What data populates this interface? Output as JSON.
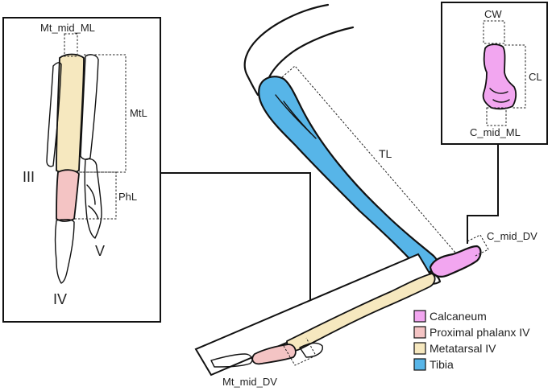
{
  "colors": {
    "calcaneum": "#F2A6F0",
    "proximal_phalanx": "#F4C4C4",
    "metatarsal": "#F6E8BF",
    "tibia": "#57B5E8",
    "line": "#111111"
  },
  "labels": {
    "mt_mid_ml": "Mt_mid_ML",
    "mtl": "MtL",
    "phl": "PhL",
    "digit_iii": "III",
    "digit_iv": "IV",
    "digit_v": "V",
    "cw": "CW",
    "cl": "CL",
    "c_mid_ml": "C_mid_ML",
    "tl": "TL",
    "c_mid_dv": "C_mid_DV",
    "mt_mid_dv": "Mt_mid_DV"
  },
  "legend": [
    {
      "label": "Calcaneum",
      "color": "#F2A6F0"
    },
    {
      "label": "Proximal phalanx IV",
      "color": "#F4C4C4"
    },
    {
      "label": "Metatarsal IV",
      "color": "#F6E8BF"
    },
    {
      "label": "Tibia",
      "color": "#57B5E8"
    }
  ]
}
